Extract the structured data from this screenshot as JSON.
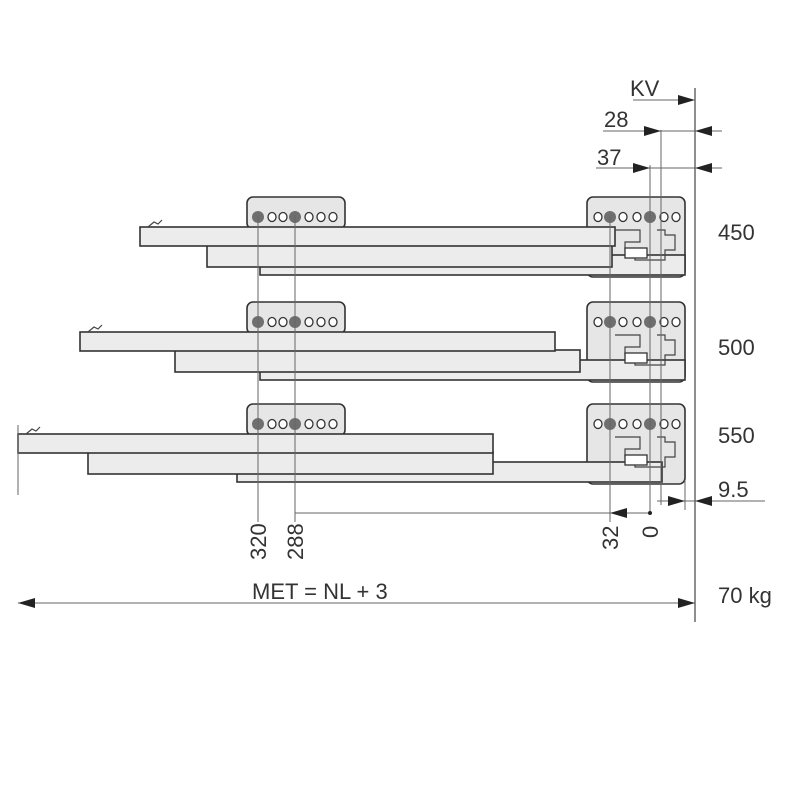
{
  "dimensions": {
    "kv": "KV",
    "d28": "28",
    "d37": "37",
    "d9_5": "9.5",
    "hole_320": "320",
    "hole_288": "288",
    "hole_32": "32",
    "zero": "0",
    "met": "MET = NL + 3",
    "load": "70 kg"
  },
  "lengths": [
    {
      "label": "450"
    },
    {
      "label": "500"
    },
    {
      "label": "550"
    }
  ]
}
